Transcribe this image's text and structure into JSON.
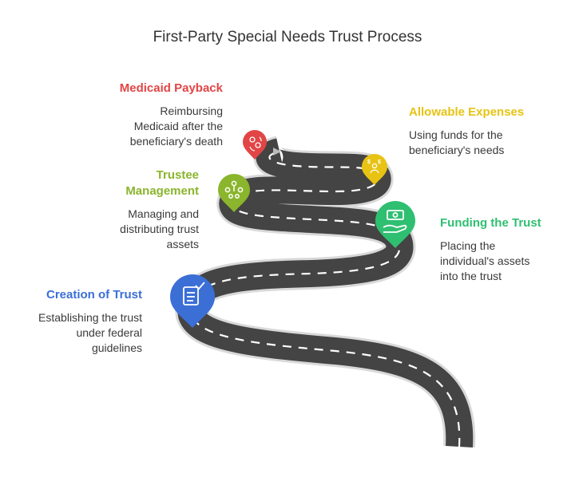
{
  "title": "First-Party Special Needs Trust Process",
  "colors": {
    "road": "#444444",
    "road_edge": "#d9d9d9",
    "dash": "#ffffff",
    "creation": "#3b6fd6",
    "funding": "#2fbf71",
    "expenses": "#e8c313",
    "trustee": "#8ab52c",
    "payback": "#e14545"
  },
  "steps": {
    "creation": {
      "heading": "Creation of Trust",
      "desc_lines": [
        "Establishing the trust",
        "under federal",
        "guidelines"
      ],
      "icon": "document-check-icon"
    },
    "funding": {
      "heading": "Funding the Trust",
      "desc_lines": [
        "Placing the",
        "individual's assets",
        "into the trust"
      ],
      "icon": "money-hand-icon"
    },
    "trustee": {
      "heading_lines": [
        "Trustee",
        "Management"
      ],
      "desc_lines": [
        "Managing and",
        "distributing trust",
        "assets"
      ],
      "icon": "people-network-icon"
    },
    "expenses": {
      "heading": "Allowable Expenses",
      "desc_lines": [
        "Using funds for the",
        "beneficiary's needs"
      ],
      "icon": "money-person-icon"
    },
    "payback": {
      "heading": "Medicaid Payback",
      "desc_lines": [
        "Reimbursing",
        "Medicaid after the",
        "beneficiary's death"
      ],
      "icon": "coins-refund-icon"
    }
  }
}
